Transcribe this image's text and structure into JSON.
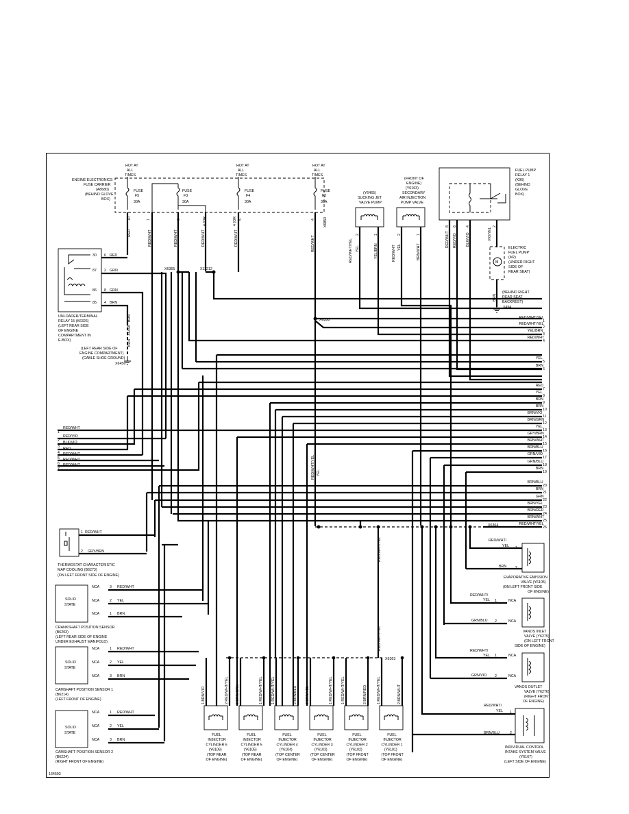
{
  "diagram_id": "164503",
  "hot_label": [
    "HOT AT",
    "ALL",
    "TIMES"
  ],
  "fuse_carrier": [
    "ENGINE ELECTRONICS",
    "FUSE CARRIER",
    "(A8680)",
    "(BEHIND GLOVE",
    "BOX)"
  ],
  "fuses": [
    {
      "name": "F5",
      "rating": "30A",
      "pin": "10",
      "wire": "RED"
    },
    {
      "name": "F3",
      "rating": "30A",
      "pin": "1",
      "wire": "RED/WHT"
    },
    {
      "name": "F4",
      "rating": "30A",
      "pin": "5",
      "wire": "RED/WHT"
    },
    {
      "name": "F2",
      "rating": "30A",
      "pin": "4",
      "wire": "RED/WHT"
    }
  ],
  "fuse_word": "FUSE",
  "splices": {
    "x6365": "X6365",
    "x11212": "X11212",
    "x6350": "X6350",
    "x6364": "X6364",
    "x6363": "X6363",
    "x6456": "X6456",
    "x494": "X494",
    "x6458": "X6458"
  },
  "relay5": [
    "UNLOADER/TERMINAL",
    "RELAY 15 (K6326)",
    "(LEFT REAR SIDE",
    "OF ENGINE",
    "COMPARTMENT IN",
    "E-BOX)"
  ],
  "relay5_pins": [
    {
      "term": "30",
      "pin": "6",
      "wire": "RED"
    },
    {
      "term": "87",
      "pin": "2",
      "wire": "GRN"
    },
    {
      "term": "86",
      "pin": "8",
      "wire": "GRN"
    },
    {
      "term": "85",
      "pin": "4",
      "wire": "BRN"
    }
  ],
  "ground_note": [
    "(LEFT REAR SIDE OF",
    "ENGINE COMPARTMENT)",
    "(CABLE SHOE GROUND)"
  ],
  "sucking_jet": [
    "(Y6465)",
    "SUCKING JET",
    "VALVE PUMP"
  ],
  "secondary_air": [
    "(FRONT OF",
    "ENGINE)",
    "(Y6163)",
    "SECONDARY",
    "AIR INJECTION",
    "PUMP VALVE"
  ],
  "fuel_pump_relay": [
    "FUEL PUMP",
    "RELAY 1",
    "(K96)",
    "(BEHIND",
    "GLOVE",
    "BOX)"
  ],
  "fuel_pump": [
    "ELECTRIC",
    "FUEL PUMP",
    "(M2)",
    "(UNDER RIGHT",
    "SIDE OF",
    "REAR SEAT)"
  ],
  "ground_rear": [
    "(BEHIND RIGHT",
    "REAR SEAT",
    "BACKREST)"
  ],
  "right_bus": [
    {
      "n": "1",
      "label": "RED/WHT/YEL"
    },
    {
      "n": "2",
      "label": "RED/WHT/YEL"
    },
    {
      "n": "3",
      "label": "YEL/BRN"
    },
    {
      "n": "4",
      "label": "RED/WHT"
    },
    {
      "n": "5",
      "label": "YEL"
    },
    {
      "n": "6",
      "label": "BRN"
    },
    {
      "n": "7",
      "label": "RED"
    },
    {
      "n": "8",
      "label": "YEL"
    },
    {
      "n": "9",
      "label": "BRN"
    },
    {
      "n": "10",
      "label": "BRN"
    },
    {
      "n": "11",
      "label": "BRN/VIO"
    },
    {
      "n": "12",
      "label": "BRN/GRN"
    },
    {
      "n": "13",
      "label": "YEL"
    },
    {
      "n": "14",
      "label": "GRY/BRN"
    },
    {
      "n": "15",
      "label": "BRN/WHT"
    },
    {
      "n": "16",
      "label": "BRN/BLU"
    },
    {
      "n": "17",
      "label": "GRN/VIO"
    },
    {
      "n": "18",
      "label": "GRN/BLU"
    },
    {
      "n": "19",
      "label": "BRN"
    },
    {
      "n": "20",
      "label": "BRN/BLU"
    },
    {
      "n": "21",
      "label": "BRN"
    },
    {
      "n": "22",
      "label": "GRN"
    },
    {
      "n": "23",
      "label": "BRN/YEL"
    },
    {
      "n": "24",
      "label": "BRN/RED"
    },
    {
      "n": "25",
      "label": "BRN/WHT"
    },
    {
      "n": "26",
      "label": "RED/WHT/YEL"
    }
  ],
  "left_bus": [
    {
      "n": "1",
      "label": "RED/WHT"
    },
    {
      "n": "2",
      "label": "RED/VIO"
    },
    {
      "n": "3",
      "label": "BLK/VIO"
    },
    {
      "n": "4",
      "label": "RED"
    },
    {
      "n": "5",
      "label": "RED/WHT"
    },
    {
      "n": "6",
      "label": "RED/WHT"
    },
    {
      "n": "7",
      "label": "RED/WHT"
    }
  ],
  "thermostat": [
    "THERMOSTAT CHARACTERISTIC",
    "MAP COOLING (B6273)",
    "(ON LEFT FRONT SIDE OF ENGINE)"
  ],
  "thermostat_pins": [
    {
      "pin": "1",
      "wire": "RED/WHT"
    },
    {
      "pin": "2",
      "wire": "GRY/BRN"
    }
  ],
  "solid_state": [
    "SOLID",
    "STATE"
  ],
  "nca": "NCA",
  "sensors": [
    {
      "caption": [
        "CRANKSHAFT POSITION SENSOR",
        "(B6203)",
        "(LEFT REAR SIDE OF ENGINE",
        "UNDER EXHAUST MANIFOLD)"
      ],
      "pins": [
        {
          "pin": "3",
          "wire": "RED/WHT"
        },
        {
          "pin": "2",
          "wire": "YEL"
        },
        {
          "pin": "1",
          "wire": "BRN"
        }
      ]
    },
    {
      "caption": [
        "CAMSHAFT POSITION SENSOR 1",
        "(B6214)",
        "(LEFT FRONT OF ENGINE)"
      ],
      "pins": [
        {
          "pin": "1",
          "wire": "RED/WHT"
        },
        {
          "pin": "2",
          "wire": "YEL"
        },
        {
          "pin": "3",
          "wire": "BRN"
        }
      ]
    },
    {
      "caption": [
        "CAMSHAFT POSITION SENSOR 2",
        "(B6224)",
        "(RIGHT FRONT OF ENGINE)"
      ],
      "pins": [
        {
          "pin": "1",
          "wire": "RED/WHT"
        },
        {
          "pin": "2",
          "wire": "YEL"
        },
        {
          "pin": "3",
          "wire": "BRN"
        }
      ]
    }
  ],
  "injectors": [
    {
      "caption": [
        "FUEL",
        "INJECTOR",
        "CYLINDER 6",
        "(Y6106)",
        "(TOP REAR",
        "OF ENGINE)"
      ],
      "w1": "1 BRN/VIO",
      "w2": "2 RED/WHT/YEL"
    },
    {
      "caption": [
        "FUEL",
        "INJECTOR",
        "CYLINDER 5",
        "(Y6105)",
        "(TOP REAR",
        "OF ENGINE)"
      ],
      "w1": "2 BRN/GRN",
      "w2": "1 RED/WHT/YEL"
    },
    {
      "caption": [
        "FUEL",
        "INJECTOR",
        "CYLINDER 4",
        "(Y6104)",
        "(TOP CENTER",
        "OF ENGINE)"
      ],
      "w1": "1 RED/WHT/YEL",
      "w2": "2 BRN/BLU"
    },
    {
      "caption": [
        "FUEL",
        "INJECTOR",
        "CYLINDER 3",
        "(Y6103)",
        "(TOP CENTER",
        "OF ENGINE)"
      ],
      "w1": "2 BRN/YEL",
      "w2": "1 RED/WHT/YEL"
    },
    {
      "caption": [
        "FUEL",
        "INJECTOR",
        "CYLINDER 2",
        "(Y6102)",
        "(TOP FRONT",
        "OF ENGINE)"
      ],
      "w1": "1 RED/WHT/YEL",
      "w2": "2 BRN/RED"
    },
    {
      "caption": [
        "FUEL",
        "INJECTOR",
        "CYLINDER 1",
        "(Y6101)",
        "(TOP FRONT",
        "OF ENGINE)"
      ],
      "w1": "1 RED/WHT/YEL",
      "w2": "2 BRN/WHT"
    }
  ],
  "evap": {
    "caption": [
      "EVAPORATIVE EMISSION",
      "VALVE (Y6105)",
      "(ON LEFT FRONT SIDE",
      "OF ENGINE)"
    ],
    "w1": "RED/WHT/",
    "w1b": "YEL",
    "w2": "BRN"
  },
  "vanos_inlet": {
    "caption": [
      "VANOS INLET",
      "VALVE (Y6275)",
      "(ON LEFT FRONT",
      "SIDE OF ENGINE)"
    ],
    "w1": "RED/WHT/",
    "w1b": "YEL",
    "w2": "GRN/BLU"
  },
  "vanos_outlet": {
    "caption": [
      "VANOS OUTLET",
      "VALVE (Y6276)",
      "(RIGHT FRONT",
      "OF ENGINE)"
    ],
    "w1": "RED/WHT/",
    "w1b": "YEL",
    "w2": "GRN/VIO"
  },
  "intake_valve": {
    "caption": [
      "INDIVIDUAL CONTROL",
      "INTAKE SYSTEM VALVE",
      "(Y6167)",
      "(LEFT SIDE OF ENGINE)"
    ],
    "w1": "RED/WHT/",
    "w1b": "YEL",
    "w2": "BRN/BLU"
  },
  "vertical_labels": {
    "v1": "RED/WHT",
    "v2": "RED/WHT",
    "v3": "RED/WHT",
    "v4": "RED/WHT",
    "v5": "RED/WHT",
    "v6": "RED/WHT",
    "sj1": "RED/WHT/YEL",
    "sj2": "YEL/BRN",
    "sa1": "RED/WHT",
    "sa2": "YEL",
    "sa3": "BRN/WHT",
    "fp1": "RED/WHT",
    "fp2": "RED/VIO",
    "fp3": "BLK/VIO",
    "fp4": "VIO/YEL",
    "fpg": "BRN",
    "mid1": "RED/WHT/YEL",
    "mid2": "RED/WHT/YEL",
    "mid3": "RED/WHT/YEL",
    "relay_gnd": "BRN"
  }
}
